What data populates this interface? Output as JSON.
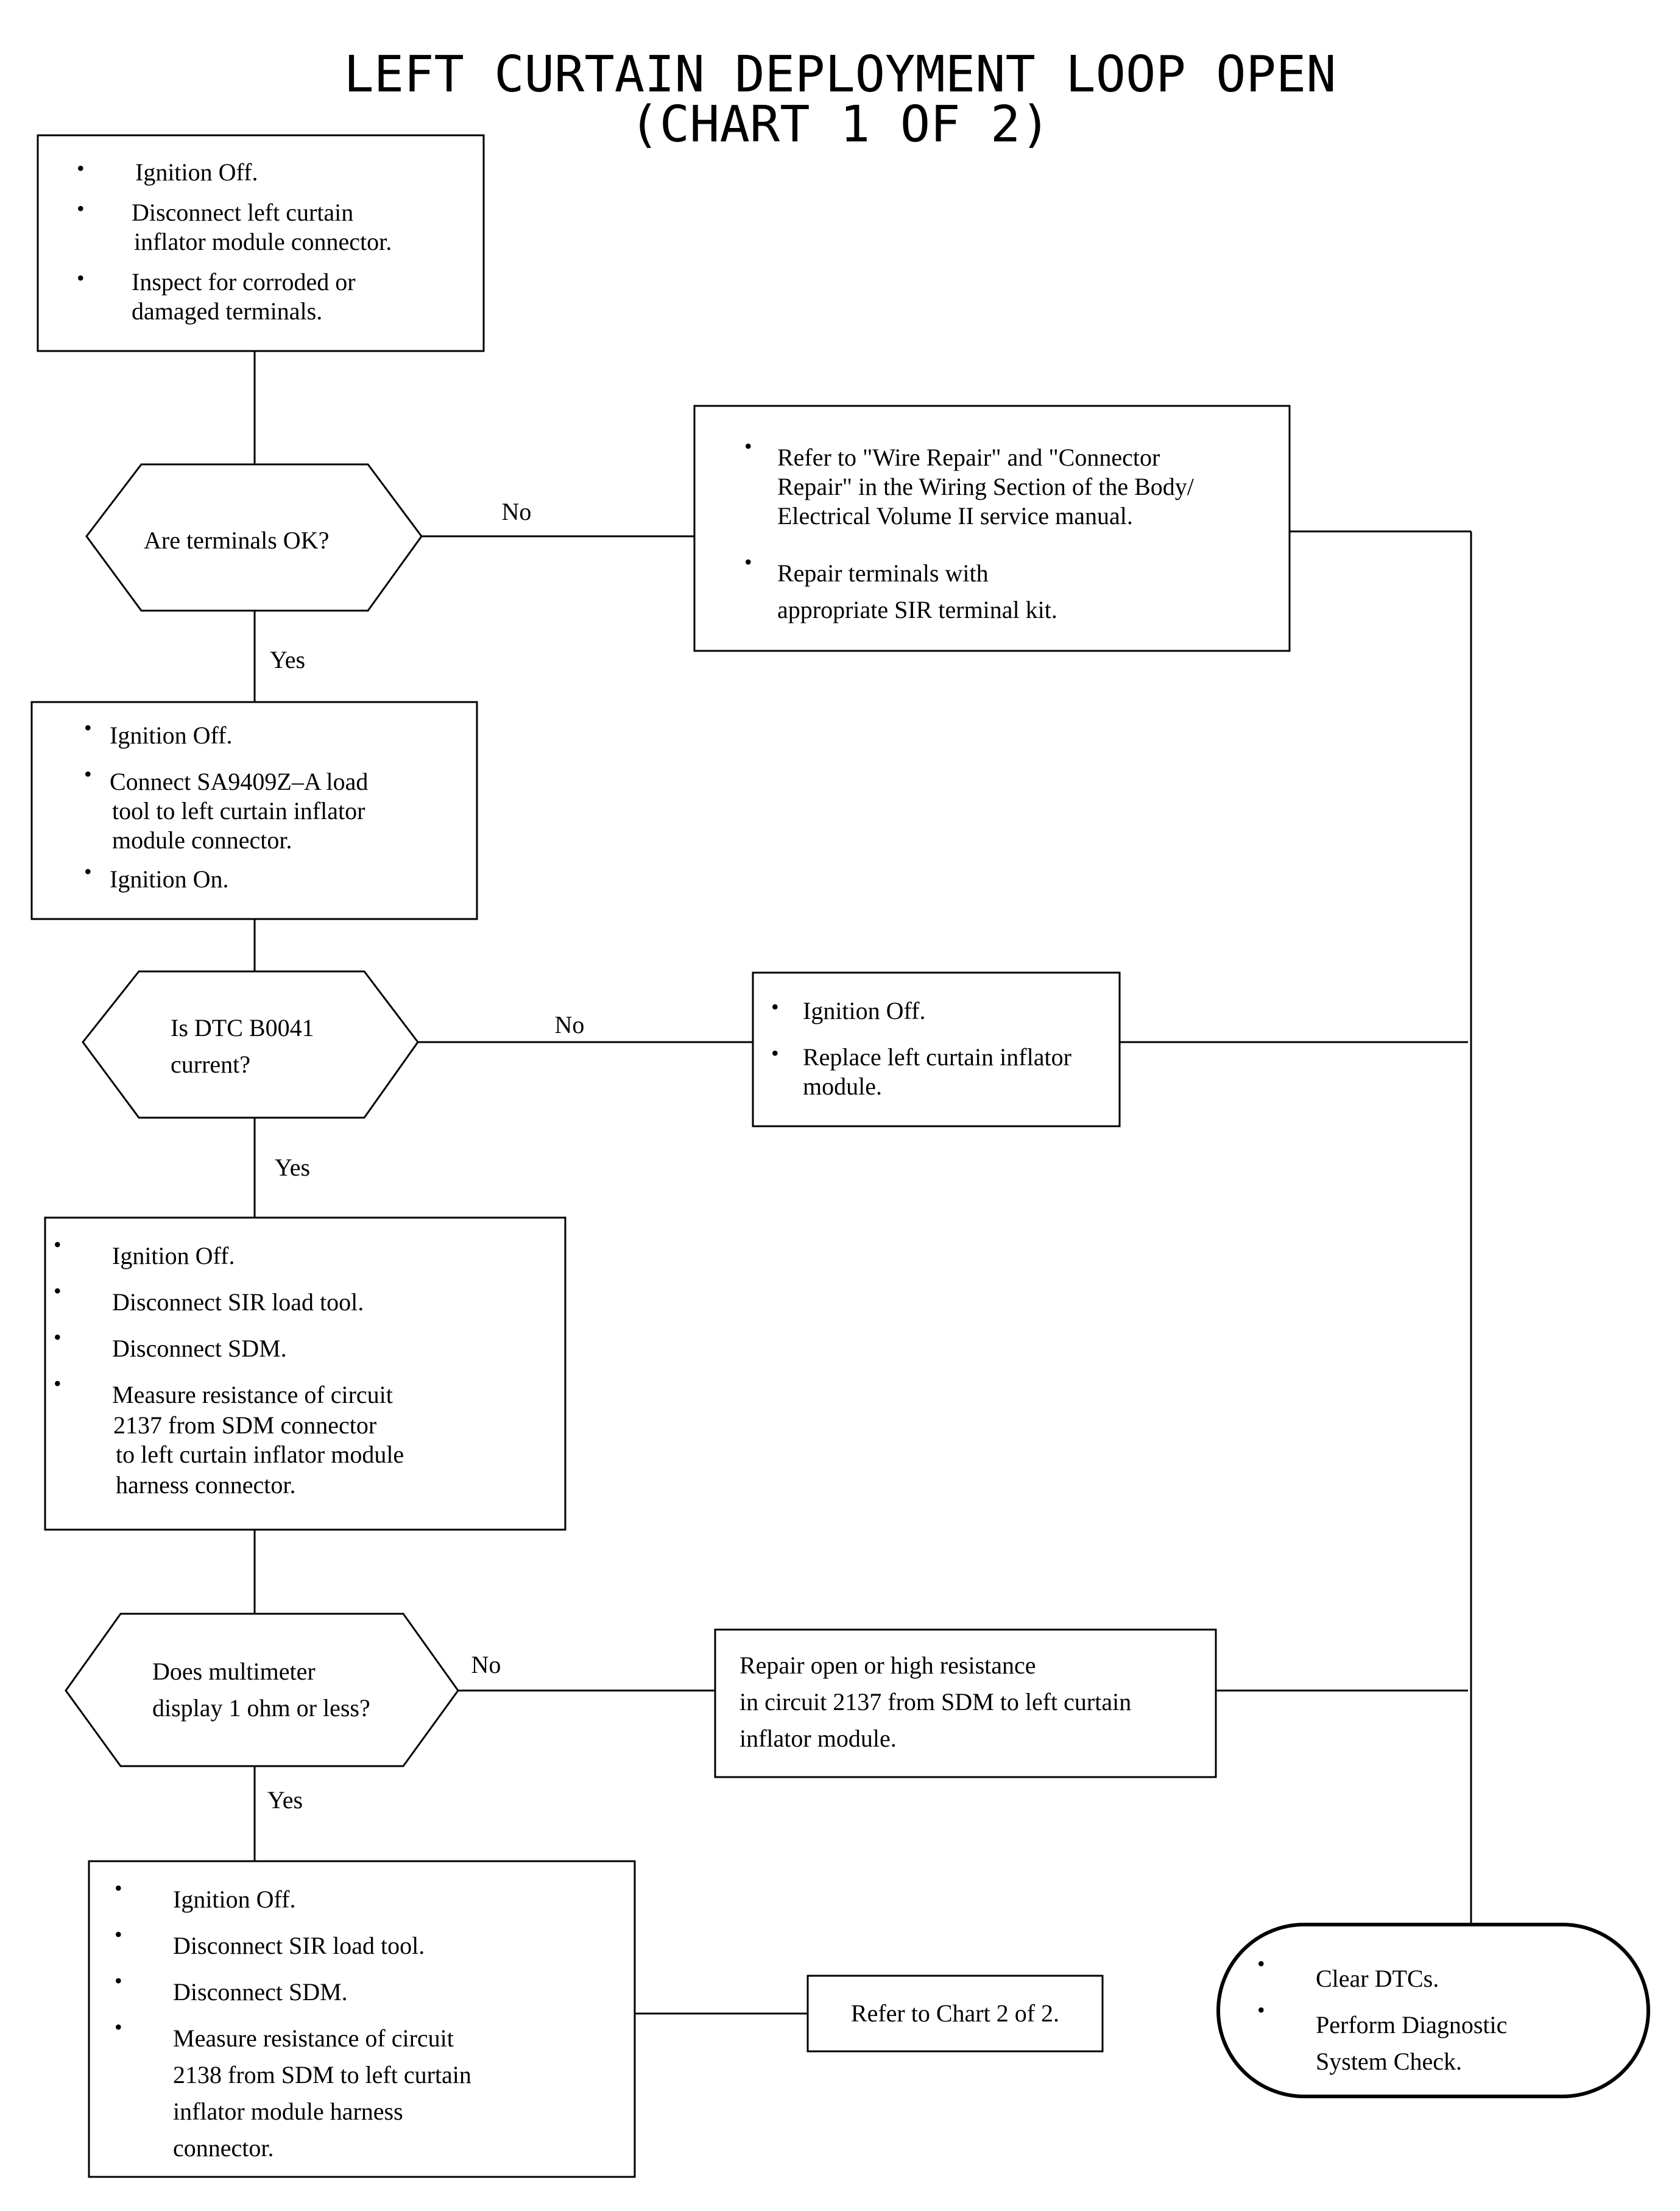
{
  "title": {
    "line1": "LEFT CURTAIN DEPLOYMENT LOOP OPEN",
    "line2": "(CHART 1 OF 2)"
  },
  "steps": {
    "step1": [
      "Ignition Off.",
      "Disconnect left curtain",
      "inflator module connector.",
      "Inspect for corroded or",
      "damaged terminals."
    ],
    "decision1": "Are terminals OK?",
    "repair1": [
      "Refer to \"Wire Repair\" and \"Connector",
      "Repair\" in the Wiring Section of the Body/",
      "Electrical Volume II service manual.",
      "Repair terminals with",
      "appropriate SIR terminal kit."
    ],
    "step2": [
      "Ignition Off.",
      "Connect SA9409Z–A load",
      "tool to left curtain inflator",
      "module connector.",
      "Ignition On."
    ],
    "decision2": [
      "Is DTC B0041",
      "current?"
    ],
    "repair2": [
      "Ignition Off.",
      "Replace left curtain inflator",
      "module."
    ],
    "step3": [
      "Ignition Off.",
      "Disconnect SIR load tool.",
      "Disconnect SDM.",
      "Measure resistance of circuit",
      "2137 from SDM connector",
      "to left curtain inflator module",
      "harness connector."
    ],
    "decision3": [
      "Does multimeter",
      "display 1 ohm or less?"
    ],
    "repair3": [
      "Repair open or high resistance",
      "in circuit 2137 from SDM to left curtain",
      "inflator module."
    ],
    "step4": [
      "Ignition Off.",
      "Disconnect SIR load tool.",
      "Disconnect SDM.",
      "Measure resistance of circuit",
      "2138 from SDM to left curtain",
      "inflator module harness",
      "connector."
    ],
    "refer": "Refer to Chart 2 of 2.",
    "final": [
      "Clear DTCs.",
      "Perform Diagnostic",
      "System Check."
    ]
  },
  "labels": {
    "yes": "Yes",
    "no": "No"
  },
  "bullet_glyph": "•"
}
